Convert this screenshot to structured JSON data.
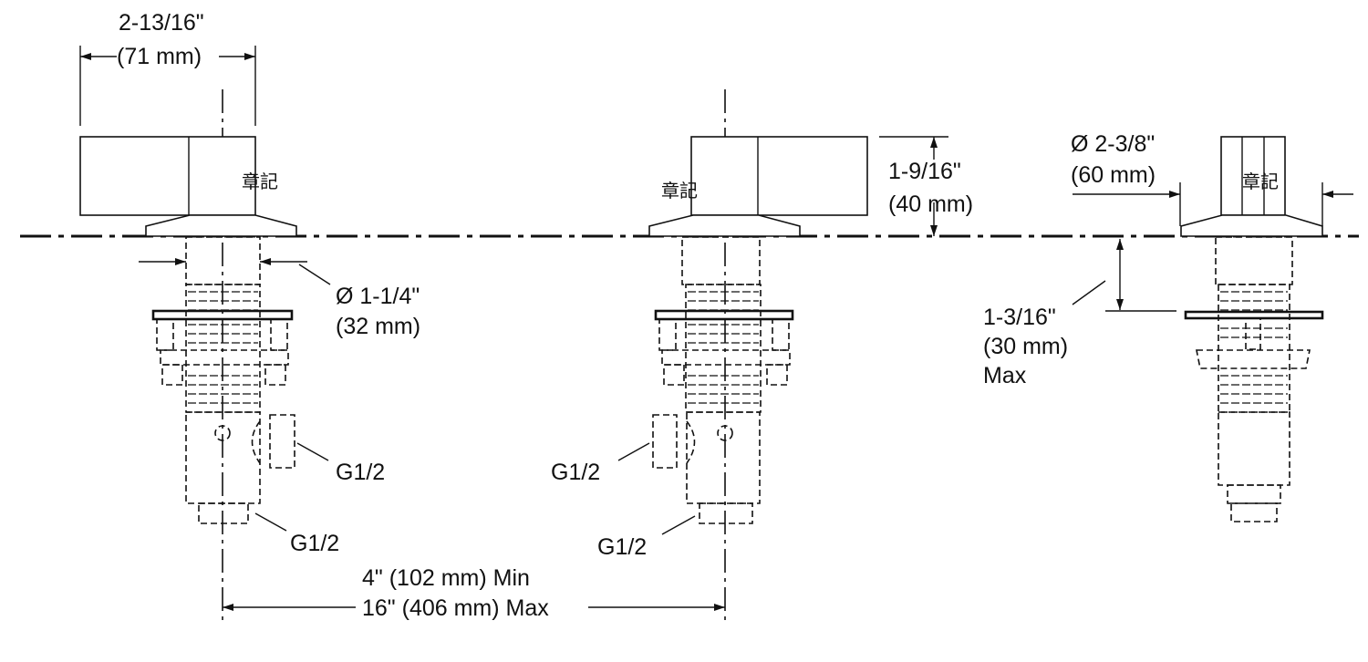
{
  "diagram": {
    "dim_handle_width": {
      "line1": "2-13/16\"",
      "line2": "(71 mm)"
    },
    "dim_handle_height": {
      "line1": "1-9/16\"",
      "line2": "(40 mm)"
    },
    "dim_diverter_dia": {
      "line1": "Ø 2-3/8\"",
      "line2": "(60 mm)"
    },
    "dim_shank_dia": {
      "line1": "Ø 1-1/4\"",
      "line2": "(32 mm)"
    },
    "dim_deck_thickness": {
      "line1": "1-3/16\"",
      "line2": "(30 mm)",
      "line3": "Max"
    },
    "dim_spacing": {
      "line1": "4\" (102 mm) Min",
      "line2": "16\" (406 mm) Max"
    },
    "conn_left_side": "G1/2",
    "conn_left_bottom": "G1/2",
    "conn_mid_side": "G1/2",
    "conn_mid_bottom": "G1/2",
    "mark_left": "章記",
    "mark_mid": "章記",
    "mark_right": "章記"
  }
}
